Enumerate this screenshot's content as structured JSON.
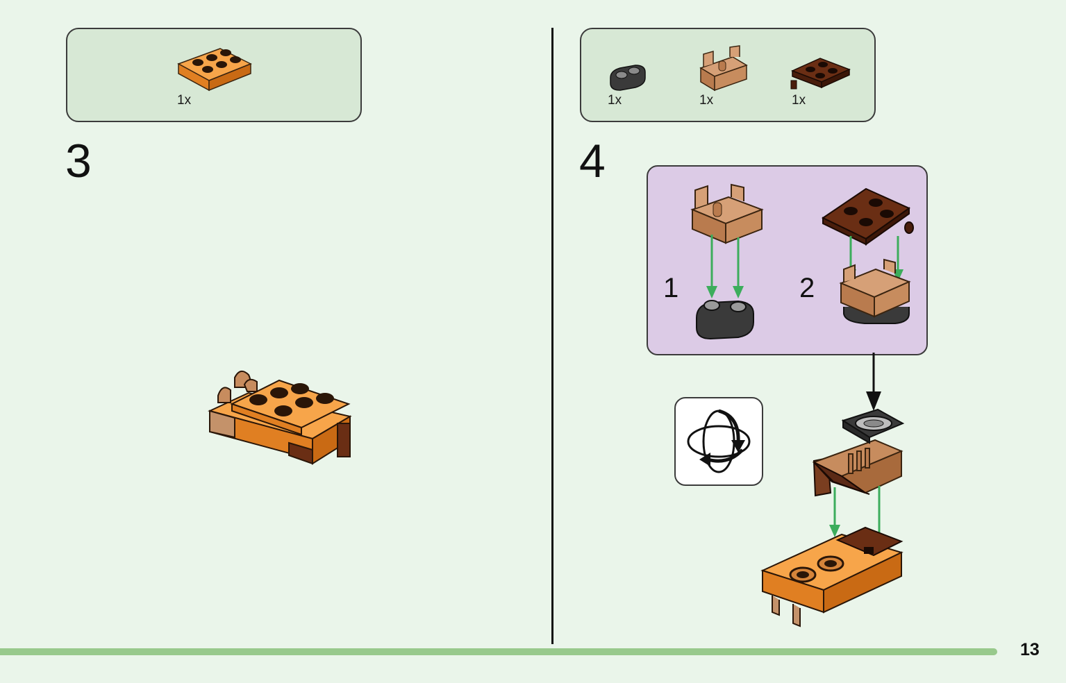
{
  "steps": [
    {
      "number": "3",
      "parts": [
        {
          "icon": "orange-plate-2x3-icon",
          "qty": "1x"
        }
      ]
    },
    {
      "number": "4",
      "parts": [
        {
          "icon": "black-plate-1x2-rounded-icon",
          "qty": "1x"
        },
        {
          "icon": "tan-hinge-icon",
          "qty": "1x"
        },
        {
          "icon": "brown-plate-2x2-pin-icon",
          "qty": "1x"
        }
      ],
      "sub_steps": [
        "1",
        "2"
      ]
    }
  ],
  "page_number": "13",
  "colors": {
    "background": "#eaf5ea",
    "parts_box": "#d7e8d5",
    "sub_box": "#dccbe6",
    "arrow_green": "#3cad5c",
    "progress_bar": "#98c98c",
    "orange": "#f39a3a",
    "tan": "#c78c5e",
    "brown": "#5b2a16",
    "black": "#3a3a3a"
  }
}
